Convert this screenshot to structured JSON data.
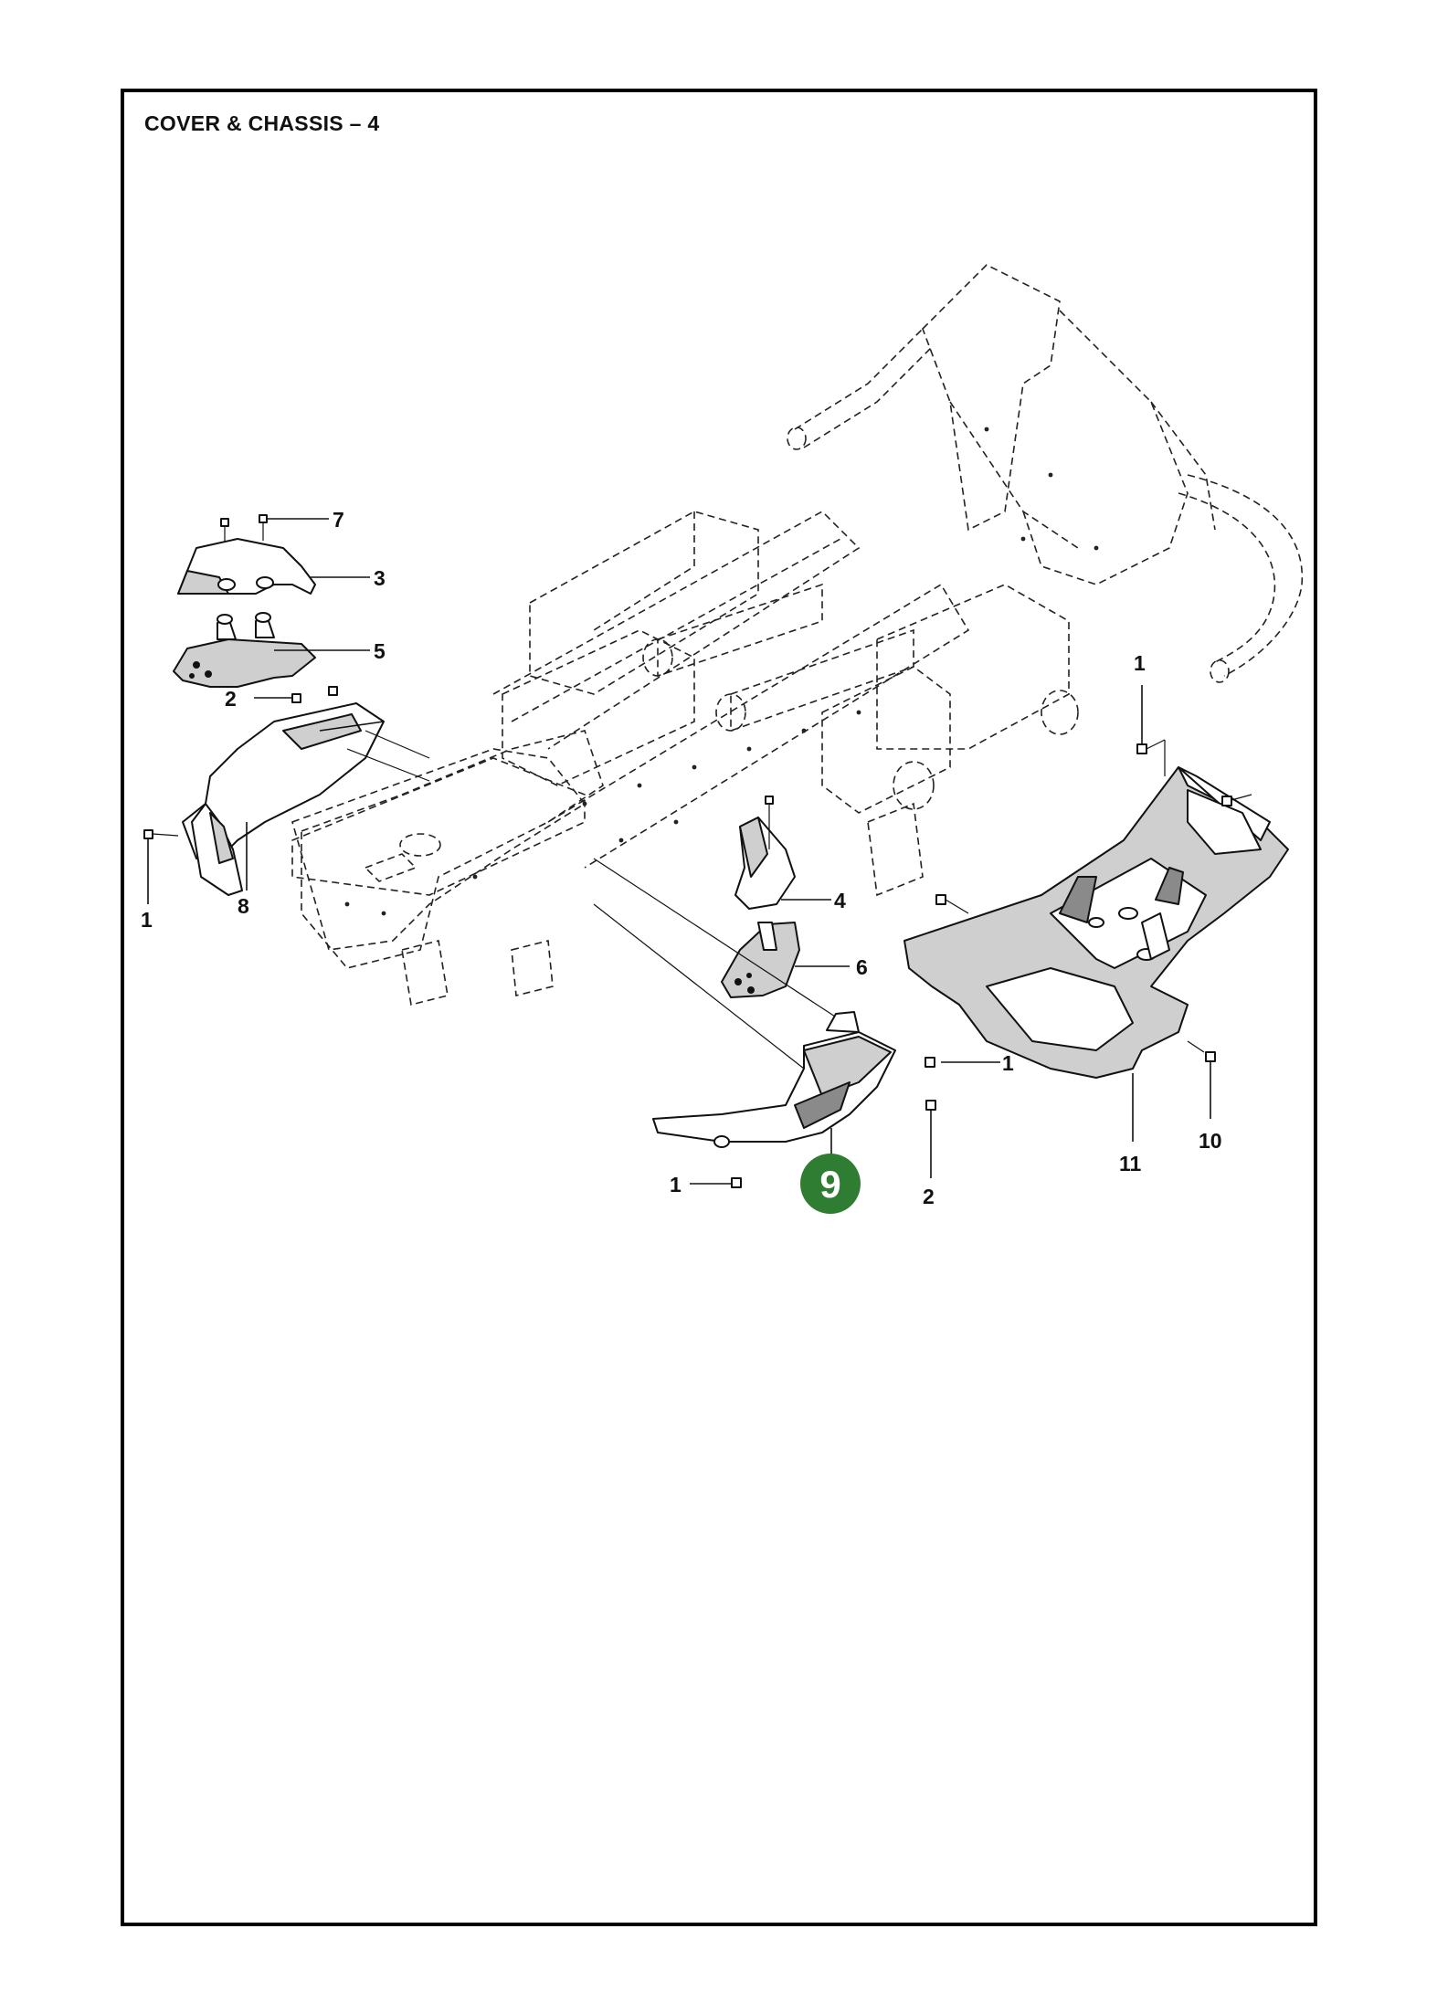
{
  "title": "COVER & CHASSIS – 4",
  "highlight": {
    "label": "9",
    "color": "#2e7d32"
  },
  "callouts": {
    "c7": "7",
    "c3": "3",
    "c5": "5",
    "c2_left": "2",
    "c1_left": "1",
    "c8": "8",
    "c4": "4",
    "c6": "6",
    "c1_mid": "1",
    "c2_bottom": "2",
    "c1_bottom": "1",
    "c1_right": "1",
    "c11": "11",
    "c10": "10"
  }
}
